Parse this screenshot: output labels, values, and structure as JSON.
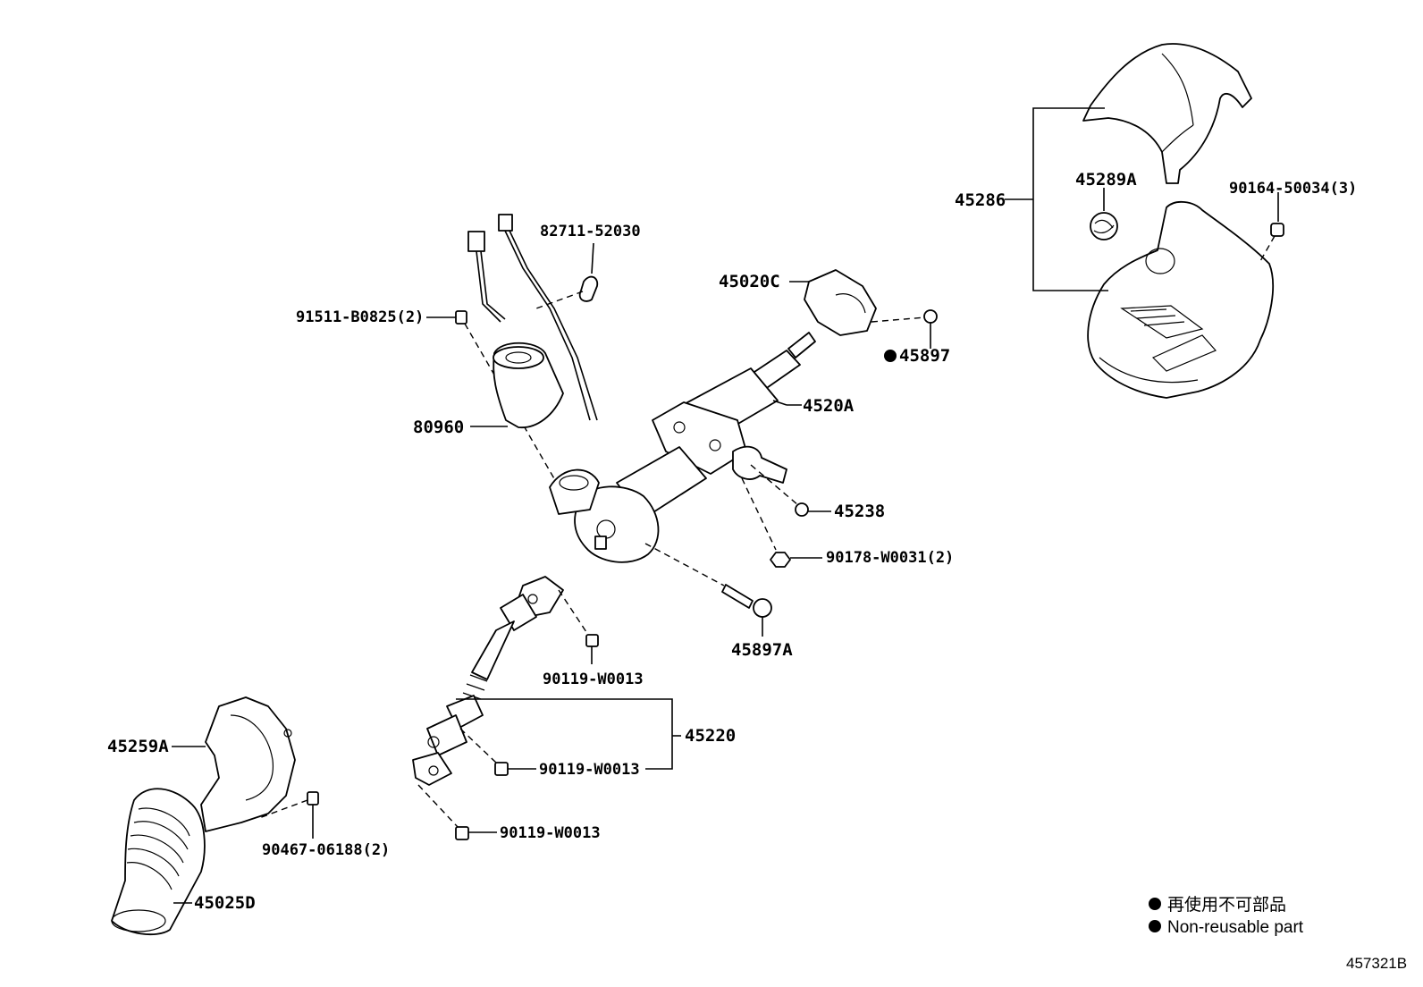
{
  "diagram": {
    "parts": [
      {
        "id": "p45286",
        "label": "45286"
      },
      {
        "id": "p45289A",
        "label": "45289A"
      },
      {
        "id": "p90164",
        "label": "90164-50034(3)"
      },
      {
        "id": "p82711",
        "label": "82711-52030"
      },
      {
        "id": "p45020C",
        "label": "45020C"
      },
      {
        "id": "p91511",
        "label": "91511-B0825(2)"
      },
      {
        "id": "p45897",
        "label": "45897"
      },
      {
        "id": "p4520A",
        "label": "4520A"
      },
      {
        "id": "p80960",
        "label": "80960"
      },
      {
        "id": "p45238",
        "label": "45238"
      },
      {
        "id": "p90178",
        "label": "90178-W0031(2)"
      },
      {
        "id": "p45897A",
        "label": "45897A"
      },
      {
        "id": "p90119a",
        "label": "90119-W0013"
      },
      {
        "id": "p45220",
        "label": "45220"
      },
      {
        "id": "p45259A",
        "label": "45259A"
      },
      {
        "id": "p90119b",
        "label": "90119-W0013"
      },
      {
        "id": "p90467",
        "label": "90467-06188(2)"
      },
      {
        "id": "p90119c",
        "label": "90119-W0013"
      },
      {
        "id": "p45025D",
        "label": "45025D"
      }
    ],
    "legend": {
      "line1": "再使用不可部品",
      "line2": "Non-reusable part"
    },
    "diagram_code": "457321B"
  }
}
